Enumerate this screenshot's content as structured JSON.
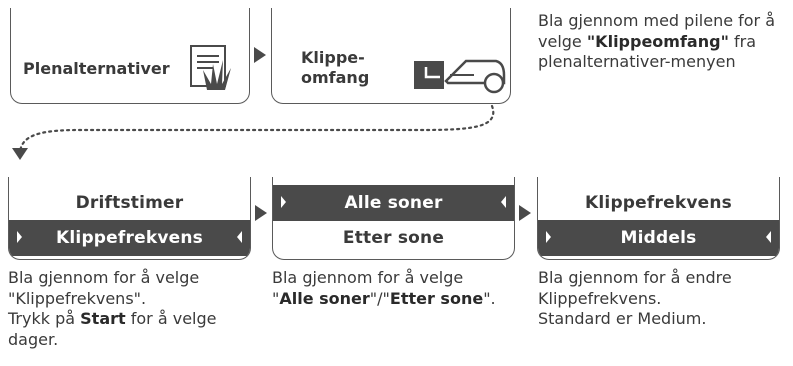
{
  "top": {
    "screen1_label": "Plenalternativer",
    "screen2_label_line1": "Klippe-",
    "screen2_label_line2": "omfang",
    "caption_pre": "Bla gjennom med pilene for å velge ",
    "caption_bold": "\"Klippeomfang\"",
    "caption_post": " fra plenalternativer-menyen"
  },
  "bottom": {
    "screen1": {
      "row1": "Driftstimer",
      "row2": "Klippefrekvens"
    },
    "screen2": {
      "row1": "Alle soner",
      "row2": "Etter sone"
    },
    "screen3": {
      "row1": "Klippefrekvens",
      "row2": "Middels"
    },
    "caption1": {
      "line1": "Bla gjennom for å velge",
      "line2": "\"Klippefrekvens\".",
      "line3_pre": "Trykk på ",
      "line3_bold": "Start",
      "line3_post": " for å velge",
      "line4": "dager."
    },
    "caption2": {
      "line1": "Bla gjennom for å velge",
      "q1": "\"",
      "bold1": "Alle soner",
      "mid": "\"/\"",
      "bold2": "Etter sone",
      "end": "\"."
    },
    "caption3": {
      "line1": "Bla gjennom for å endre",
      "line2": "Klippefrekvens.",
      "line3": "Standard er Medium."
    }
  },
  "icons": [
    "document-grass-icon",
    "mower-cutting-height-icon",
    "arrow-right-icon",
    "dotted-connector-arrow"
  ],
  "colors": {
    "dark": "#4a4a4a",
    "text": "#3a3a3a",
    "border": "#5a5a5a"
  }
}
